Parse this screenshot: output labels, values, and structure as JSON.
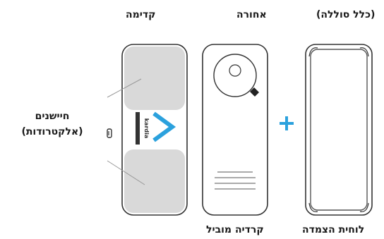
{
  "labels": {
    "front": "קדימה",
    "back": "אחורה",
    "battery_case": "(כלל סוללה)",
    "sensors_line1": "חיישנים",
    "sensors_line2": "(אלקטרודות)",
    "mobile_device": "קרדיה מוביל",
    "adhesion_plate": "לוחית הצמדה"
  },
  "front_logo": {
    "text": "kardia"
  },
  "colors": {
    "outline": "#333333",
    "electrode_fill": "#d9d9d9",
    "accent_blue": "#2ba1dd",
    "line": "#999999"
  },
  "icons": [
    "plus-icon",
    "chevron-right-icon",
    "camera-lens-icon",
    "battery-door-icon"
  ]
}
